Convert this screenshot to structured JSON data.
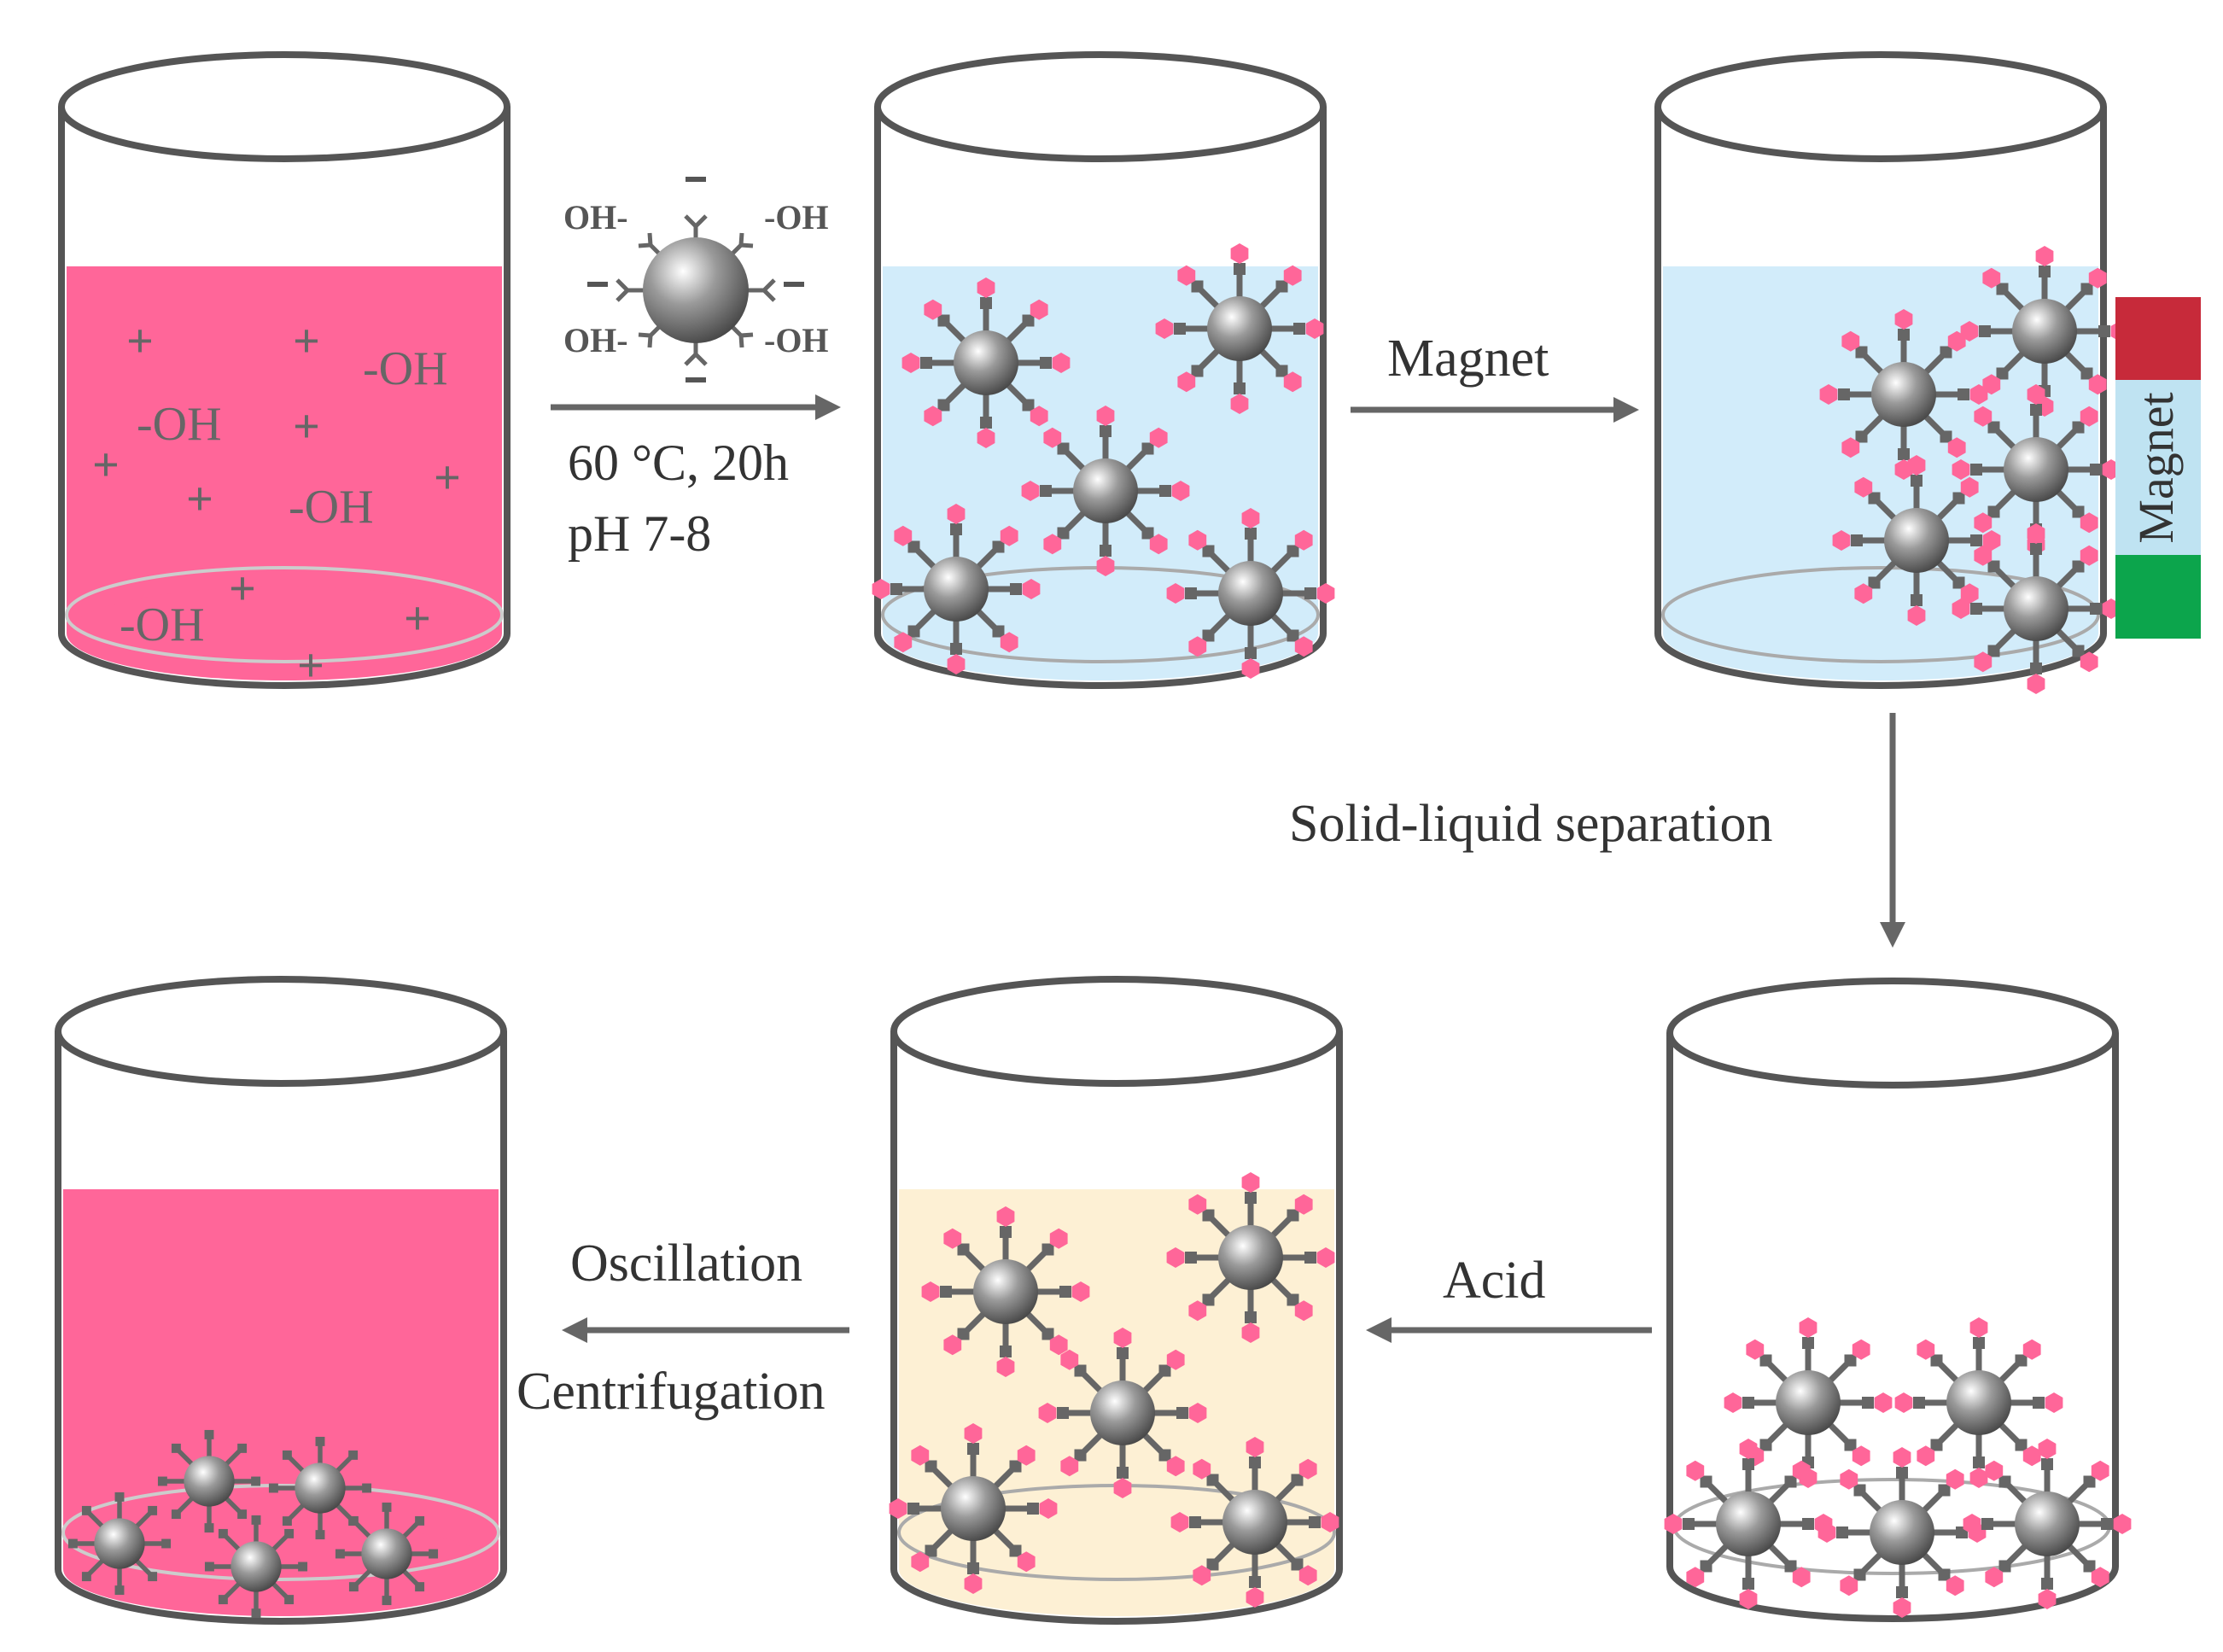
{
  "colors": {
    "dye": "#ff6699",
    "water": "#d2ecfa",
    "acid_solution": "#fdf0d4",
    "beaker_stroke": "#555555",
    "particle_core": "#888888",
    "arrow": "#666666",
    "magnet_north": "#c72a3a",
    "magnet_middle": "#bfe3f2",
    "magnet_south": "#0ca54c"
  },
  "steps": {
    "adsorption_conditions": [
      "60 °C, 20h",
      "pH 7-8"
    ],
    "magnet_label": "Magnet",
    "magnet_bar_label": "Magnet",
    "separation_label": "Solid-liquid separation",
    "acid_label": "Acid",
    "recovery_labels": [
      "Oscillation",
      "Centrifugation"
    ]
  },
  "beaker1_ions": {
    "plus": "+",
    "oh_labels": [
      "-OH",
      "-OH",
      "-OH",
      "-OH"
    ]
  },
  "nanoparticle_icon": {
    "oh_labels": [
      "OH-",
      "-OH",
      "OH-",
      "-OH"
    ]
  }
}
